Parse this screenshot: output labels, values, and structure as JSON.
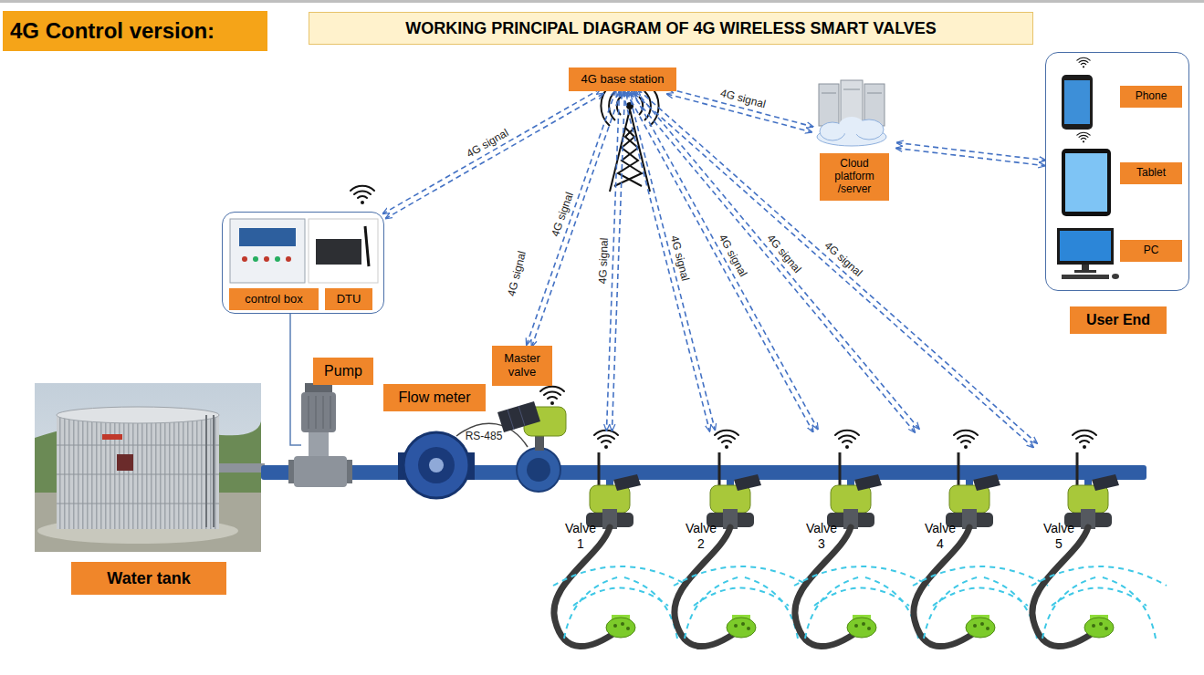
{
  "diagram": {
    "title": "WORKING PRINCIPAL DIAGRAM OF 4G WIRELESS SMART VALVES",
    "nodes": [
      {
        "text": [
          "4G Control version:"
        ]
      },
      {
        "text": [
          "4G base station"
        ]
      },
      {
        "text": [
          "Cloud platform /server"
        ]
      },
      {
        "text": [
          "User End"
        ]
      },
      {
        "text": [
          "Phone"
        ],
        "in": 3
      },
      {
        "text": [
          "Tablet"
        ],
        "in": 3
      },
      {
        "text": [
          "PC"
        ],
        "in": 3
      },
      {
        "text": []
      },
      {
        "text": [
          "control box"
        ],
        "in": 7
      },
      {
        "text": [
          "DTU"
        ],
        "in": 7
      },
      {
        "text": [
          "Pump"
        ]
      },
      {
        "text": [
          "Flow meter"
        ]
      },
      {
        "text": [
          "Master valve"
        ]
      },
      {
        "text": [
          "Valve 1"
        ]
      },
      {
        "text": [
          "Valve 2"
        ]
      },
      {
        "text": [
          "Valve 3"
        ]
      },
      {
        "text": [
          "Valve 4"
        ]
      },
      {
        "text": [
          "Valve 5"
        ]
      },
      {
        "text": [
          "Water tank"
        ]
      }
    ],
    "edges": [
      {
        "from": 1,
        "to": 2,
        "arrow": "both",
        "label": "4G signal"
      },
      {
        "from": 2,
        "to": 3,
        "arrow": "both"
      },
      {
        "from": 1,
        "to": 7,
        "arrow": "both",
        "label": "4G signal"
      },
      {
        "from": 1,
        "to": 12,
        "arrow": "both",
        "label": "4G signal"
      },
      {
        "from": 1,
        "to": 13,
        "arrow": "both",
        "label": "4G signal"
      },
      {
        "from": 1,
        "to": 14,
        "arrow": "both",
        "label": "4G signal"
      },
      {
        "from": 1,
        "to": 15,
        "arrow": "both",
        "label": "4G signal"
      },
      {
        "from": 1,
        "to": 16,
        "arrow": "both",
        "label": "4G signal"
      },
      {
        "from": 1,
        "to": 17,
        "arrow": "both",
        "label": "4G signal"
      }
    ],
    "labels": [
      "RS-485",
      "4G signal"
    ]
  }
}
